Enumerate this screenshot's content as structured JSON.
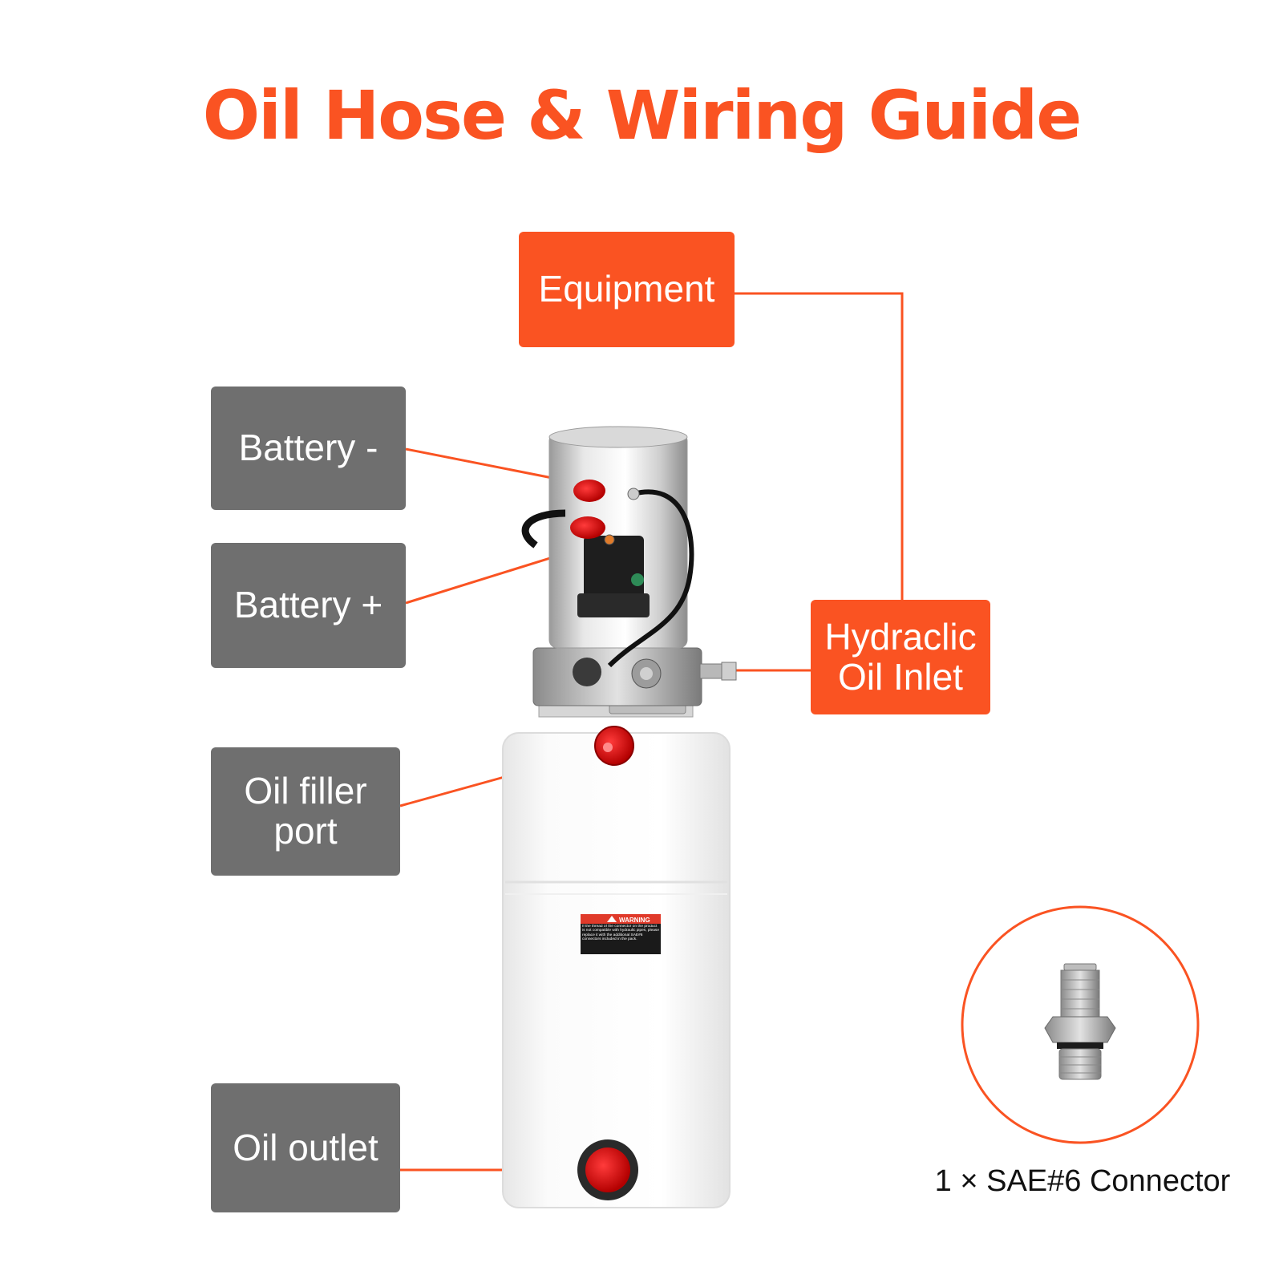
{
  "title": "Oil Hose & Wiring Guide",
  "colors": {
    "accent": "#fa5322",
    "label_grey": "#6f6f6f",
    "text_dark": "#111111"
  },
  "labels": {
    "equipment": "Equipment",
    "battery_negative": "Battery -",
    "battery_positive": "Battery +",
    "hydraulic_inlet_line1": "Hydraclic",
    "hydraulic_inlet_line2": "Oil Inlet",
    "oil_filler_line1": "Oil filler",
    "oil_filler_line2": "port",
    "oil_outlet": "Oil outlet"
  },
  "connector_caption": "1 × SAE#6 Connector",
  "warning_label": {
    "heading": "WARNING",
    "body": "If the thread of the connector on the product is not compatible with hydraulic pipes, please replace it with the additional SAE#6 connectors included in the pack."
  },
  "icons": {
    "product": "hydraulic-power-unit-illustration",
    "connector": "sae6-fitting-illustration",
    "warning": "warning-triangle-icon"
  }
}
